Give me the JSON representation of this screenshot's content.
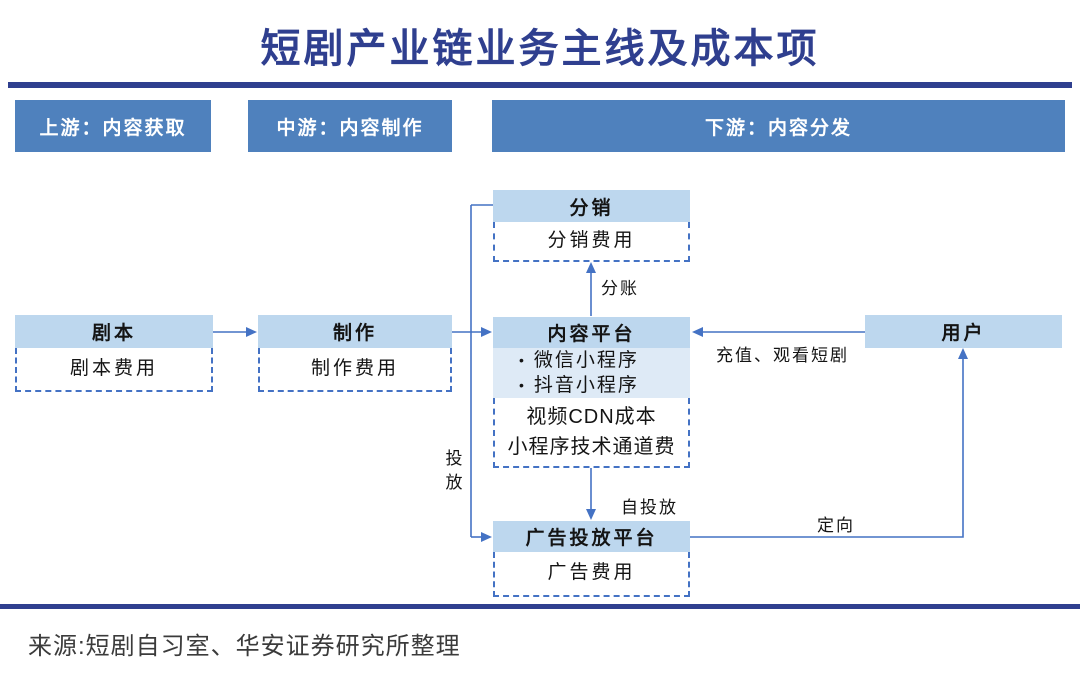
{
  "title": "短剧产业链业务主线及成本项",
  "stages": [
    {
      "label": "上游：内容获取"
    },
    {
      "label": "中游：内容制作"
    },
    {
      "label": "下游：内容分发"
    }
  ],
  "nodes": {
    "script": {
      "label": "剧本",
      "cost": "剧本费用"
    },
    "production": {
      "label": "制作",
      "cost": "制作费用"
    },
    "distribution": {
      "label": "分销",
      "cost": "分销费用"
    },
    "platform": {
      "label": "内容平台",
      "bullet_glyph": "•",
      "bullets": [
        "微信小程序",
        "抖音小程序"
      ],
      "cost_lines": [
        "视频CDN成本",
        "小程序技术通道费"
      ]
    },
    "ad_platform": {
      "label": "广告投放平台",
      "cost": "广告费用"
    },
    "user": {
      "label": "用户"
    }
  },
  "edges": {
    "revenue_split": "分账",
    "recharge_watch": "充值、观看短剧",
    "placement": "投放",
    "self_placement": "自投放",
    "targeting": "定向"
  },
  "source": "来源:短剧自习室、华安证券研究所整理",
  "colors": {
    "title_navy": "#2F3F8F",
    "stage_blue": "#4F81BD",
    "node_blue": "#BDD7EE",
    "node_blue_light": "#DEEAF6",
    "line_blue": "#4472C4"
  }
}
